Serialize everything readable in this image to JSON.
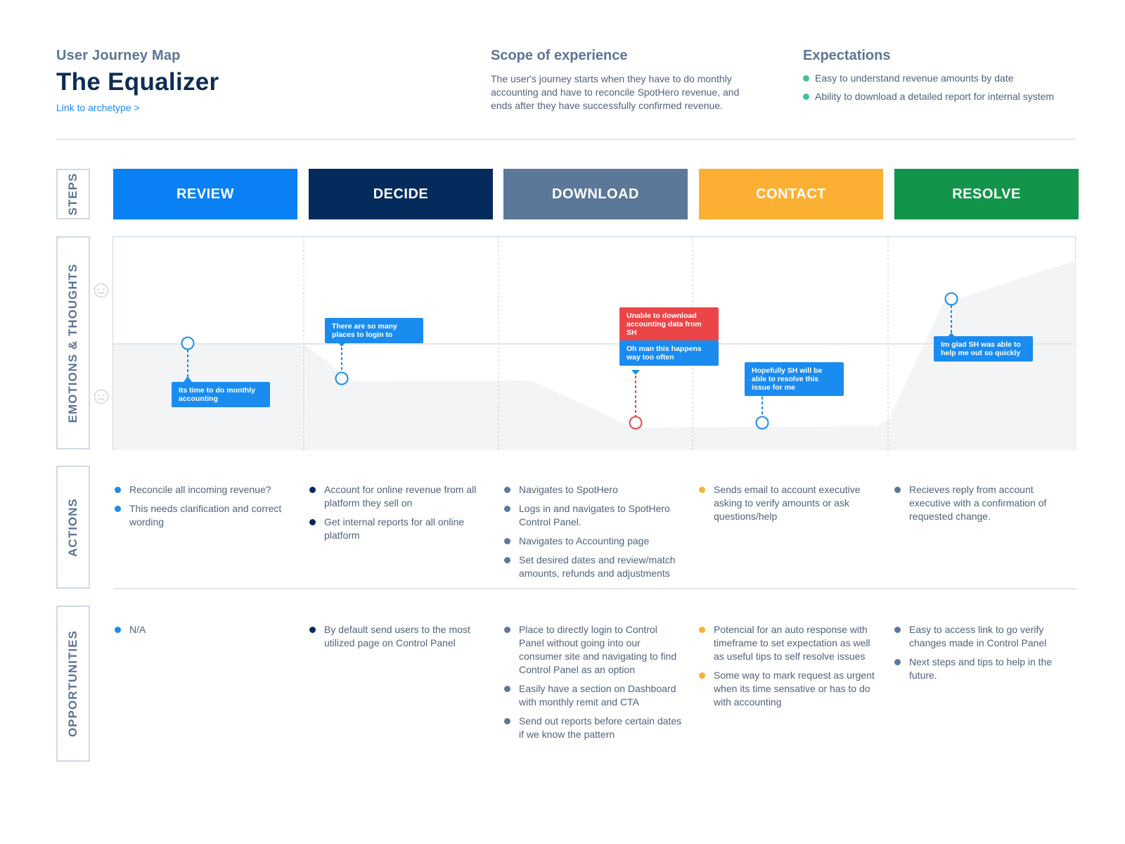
{
  "header": {
    "subtitle": "User Journey Map",
    "title": "The Equalizer",
    "link": "Link to archetype >",
    "scope_title": "Scope of experience",
    "scope_text": "The user's journey starts when they have to do monthly accounting and have to reconcile SpotHero revenue, and ends after they have successfully confirmed revenue.",
    "expectations_title": "Expectations",
    "expectations": [
      "Easy to understand revenue amounts by date",
      "Ability to download a detailed report for internal system"
    ],
    "expectation_dot_color": "#45bf9f"
  },
  "row_labels": {
    "steps": "STEPS",
    "emotions": "EMOTIONS & THOUGHTS",
    "actions": "ACTIONS",
    "opportunities": "OPPORTUNITIES"
  },
  "steps": [
    {
      "label": "REVIEW",
      "color": "#0a80f5"
    },
    {
      "label": "DECIDE",
      "color": "#052b5c"
    },
    {
      "label": "DOWNLOAD",
      "color": "#5b7898"
    },
    {
      "label": "CONTACT",
      "color": "#fbb034"
    },
    {
      "label": "RESOLVE",
      "color": "#12954a"
    }
  ],
  "emotions": {
    "icons": [
      "smile-icon",
      "frown-icon"
    ],
    "thoughts": [
      {
        "text": "Its time to do monthly accounting",
        "color": "#1a8cf0"
      },
      {
        "text": "There are so many places to login to",
        "color": "#1a8cf0"
      },
      {
        "text": "Unable to download accounting data from SH",
        "color": "#ec4548"
      },
      {
        "text": "Oh man this happens way too often",
        "color": "#1a8cf0"
      },
      {
        "text": "Hopefully SH will be able to resolve this issue for me",
        "color": "#1a8cf0"
      },
      {
        "text": "Im glad SH was able to help me out so quickly",
        "color": "#1a8cf0"
      }
    ]
  },
  "actions": [
    {
      "color": "#1a8cf0",
      "items": [
        "Reconcile all incoming revenue?",
        "This needs clarification and correct wording"
      ]
    },
    {
      "color": "#052b5c",
      "items": [
        "Account for online revenue from all platform they sell on",
        "Get internal reports for all online platform"
      ]
    },
    {
      "color": "#5b7898",
      "items": [
        "Navigates to SpotHero",
        "Logs in and navigates to SpotHero Control Panel.",
        "Navigates to Accounting page",
        "Set desired dates and review/match amounts, refunds and adjustments"
      ]
    },
    {
      "color": "#fbb034",
      "items": [
        "Sends email to account executive asking to verify amounts or ask questions/help"
      ]
    },
    {
      "color": "#5b7898",
      "items": [
        "Recieves reply from account executive with a confirmation of requested change."
      ]
    }
  ],
  "opportunities": [
    {
      "color": "#1a8cf0",
      "items": [
        "N/A"
      ]
    },
    {
      "color": "#052b5c",
      "items": [
        "By default send users to the most utilized page on Control Panel"
      ]
    },
    {
      "color": "#5b7898",
      "items": [
        "Place to directly login to Control Panel without going into our consumer site and navigating to find Control Panel as an option",
        "Easily have a section on Dashboard with monthly remit and CTA",
        "Send out reports before certain dates if we know the pattern"
      ]
    },
    {
      "color": "#fbb034",
      "items": [
        "Potencial for an auto response with timeframe to set expectation as well as useful tips to self resolve issues",
        "Some way to mark request as urgent when its time sensative or has to do with accounting"
      ]
    },
    {
      "color": "#5b7898",
      "items": [
        "Easy to access link to go verify changes made in Control Panel",
        "Next steps and tips to help in the future."
      ]
    }
  ]
}
